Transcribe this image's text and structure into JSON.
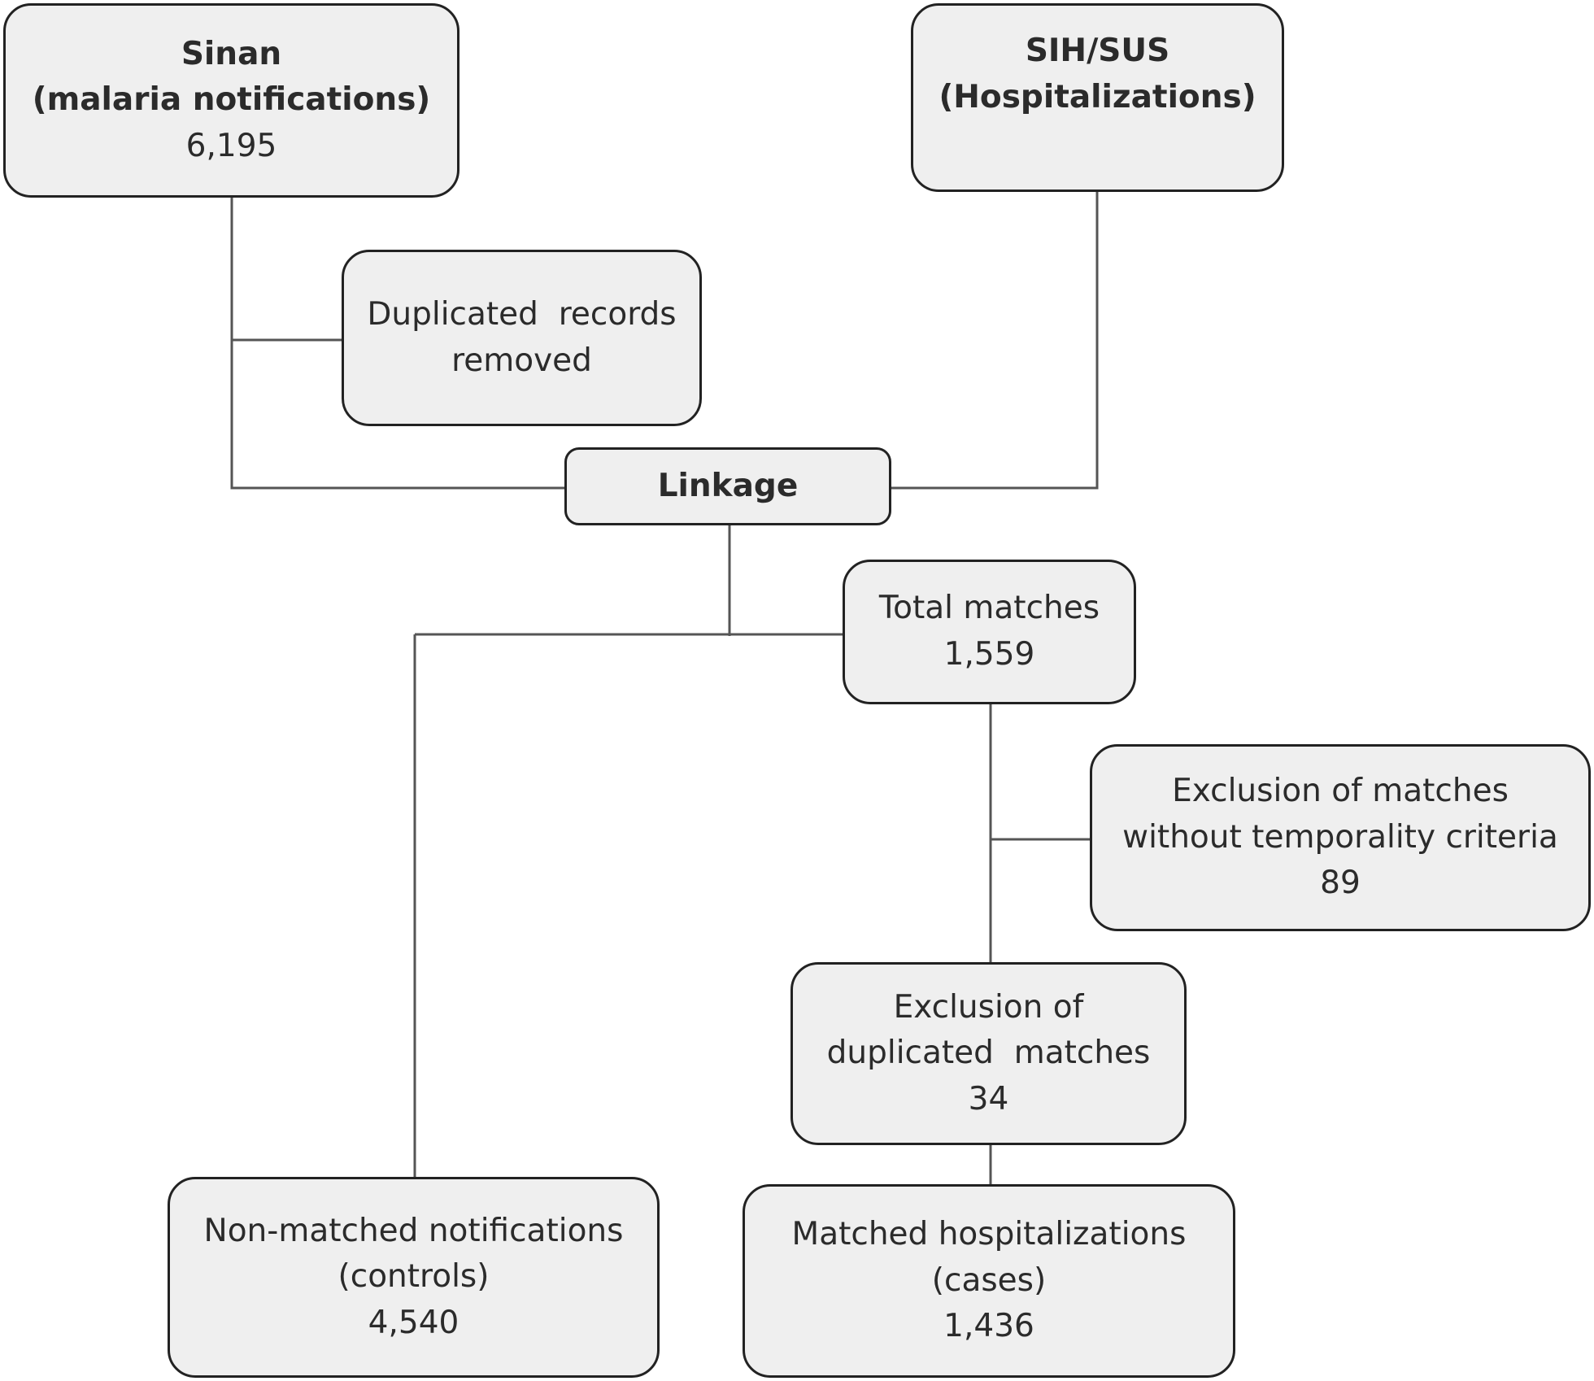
{
  "nodes": {
    "sinan": {
      "title": "Sinan",
      "subtitle": "(malaria notifications)",
      "count": "6,195"
    },
    "sih": {
      "title": "SIH/SUS",
      "subtitle": "(Hospitalizations)"
    },
    "duplicated_records": {
      "line1": "Duplicated  records",
      "line2": "removed"
    },
    "linkage": {
      "label": "Linkage"
    },
    "total_matches": {
      "line1": "Total matches",
      "count": "1,559"
    },
    "exclusion_temporality": {
      "line1": "Exclusion of matches",
      "line2": "without temporality criteria",
      "count": "89"
    },
    "exclusion_duplicated": {
      "line1": "Exclusion of",
      "line2": "duplicated  matches",
      "count": "34"
    },
    "non_matched": {
      "line1": "Non-matched notifications",
      "line2": "(controls)",
      "count": "4,540"
    },
    "matched": {
      "line1": "Matched hospitalizations",
      "line2": "(cases)",
      "count": "1,436"
    }
  }
}
